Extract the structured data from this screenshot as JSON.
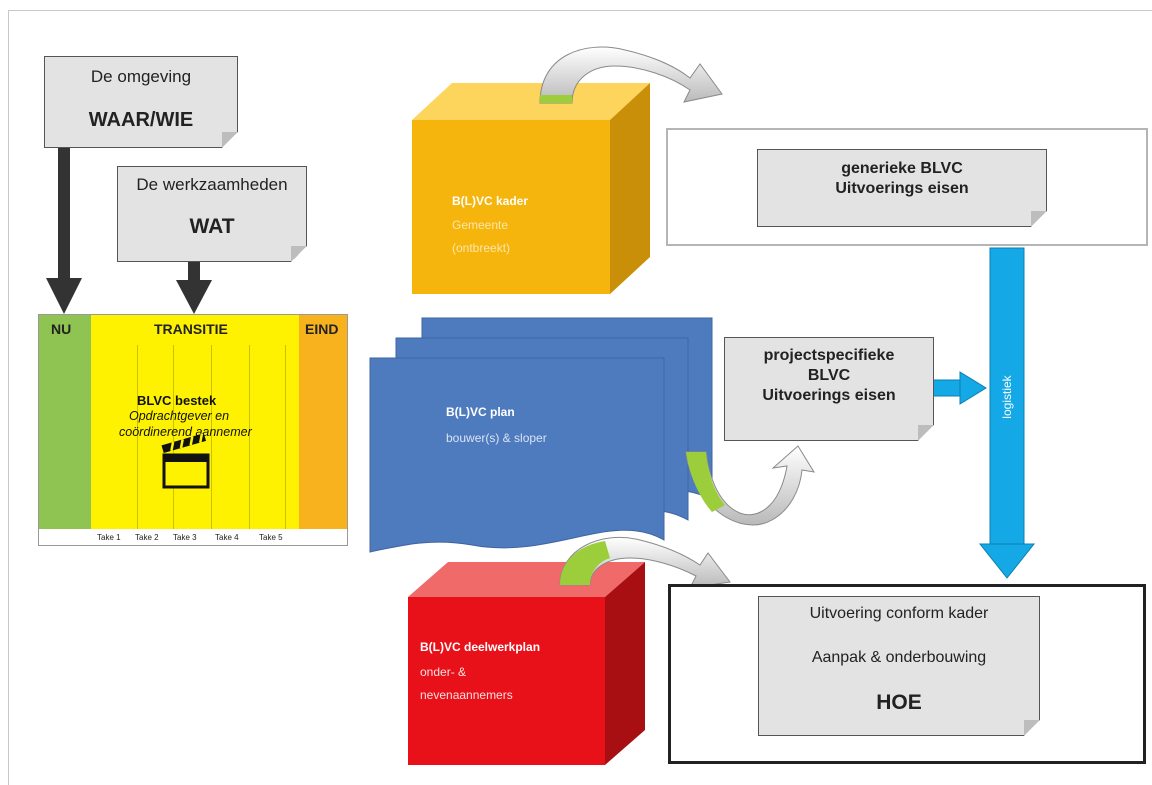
{
  "colors": {
    "box_yellow": "#f5b50d",
    "box_red": "#e8111a",
    "plan_blue": "#4e7bbe",
    "arrow_blue": "#14a9e6",
    "arrow_green": "#9bce3a",
    "arrow_dark": "#333333",
    "note_gray": "#e3e3e3"
  },
  "notes": {
    "omgeving": {
      "line1": "De omgeving",
      "line2": "WAAR/WIE"
    },
    "werkzaamheden": {
      "line1": "De werkzaamheden",
      "line2": "WAT"
    },
    "generiek": {
      "line1": "generieke BLVC",
      "line2": "Uitvoerings eisen"
    },
    "projectspecifiek": {
      "line1": "projectspecifieke",
      "line2": "BLVC",
      "line3": "Uitvoerings eisen"
    },
    "hoe": {
      "line1": "Uitvoering  conform kader",
      "line2": "Aanpak & onderbouwing",
      "line3": "HOE"
    }
  },
  "timeline": {
    "nu": "NU",
    "transitie": "TRANSITIE",
    "eind": "EIND",
    "bestek_title": "BLVC bestek",
    "bestek_sub1": "Opdrachtgever en",
    "bestek_sub2": "coördinerend aannemer",
    "takes": [
      "Take 1",
      "Take 2",
      "Take 3",
      "Take 4",
      "Take 5"
    ],
    "clapper_icon": "clapperboard-icon"
  },
  "boxes": {
    "kader": {
      "title": "B(L)VC kader",
      "line1": "Gemeente",
      "line2": "(ontbreekt)"
    },
    "plan": {
      "title": "B(L)VC plan",
      "line1": "bouwer(s) & sloper"
    },
    "deelwerkplan": {
      "title": "B(L)VC deelwerkplan",
      "line1": "onder- &",
      "line2": "nevenaannemers"
    }
  },
  "logistiek": "logistiek"
}
